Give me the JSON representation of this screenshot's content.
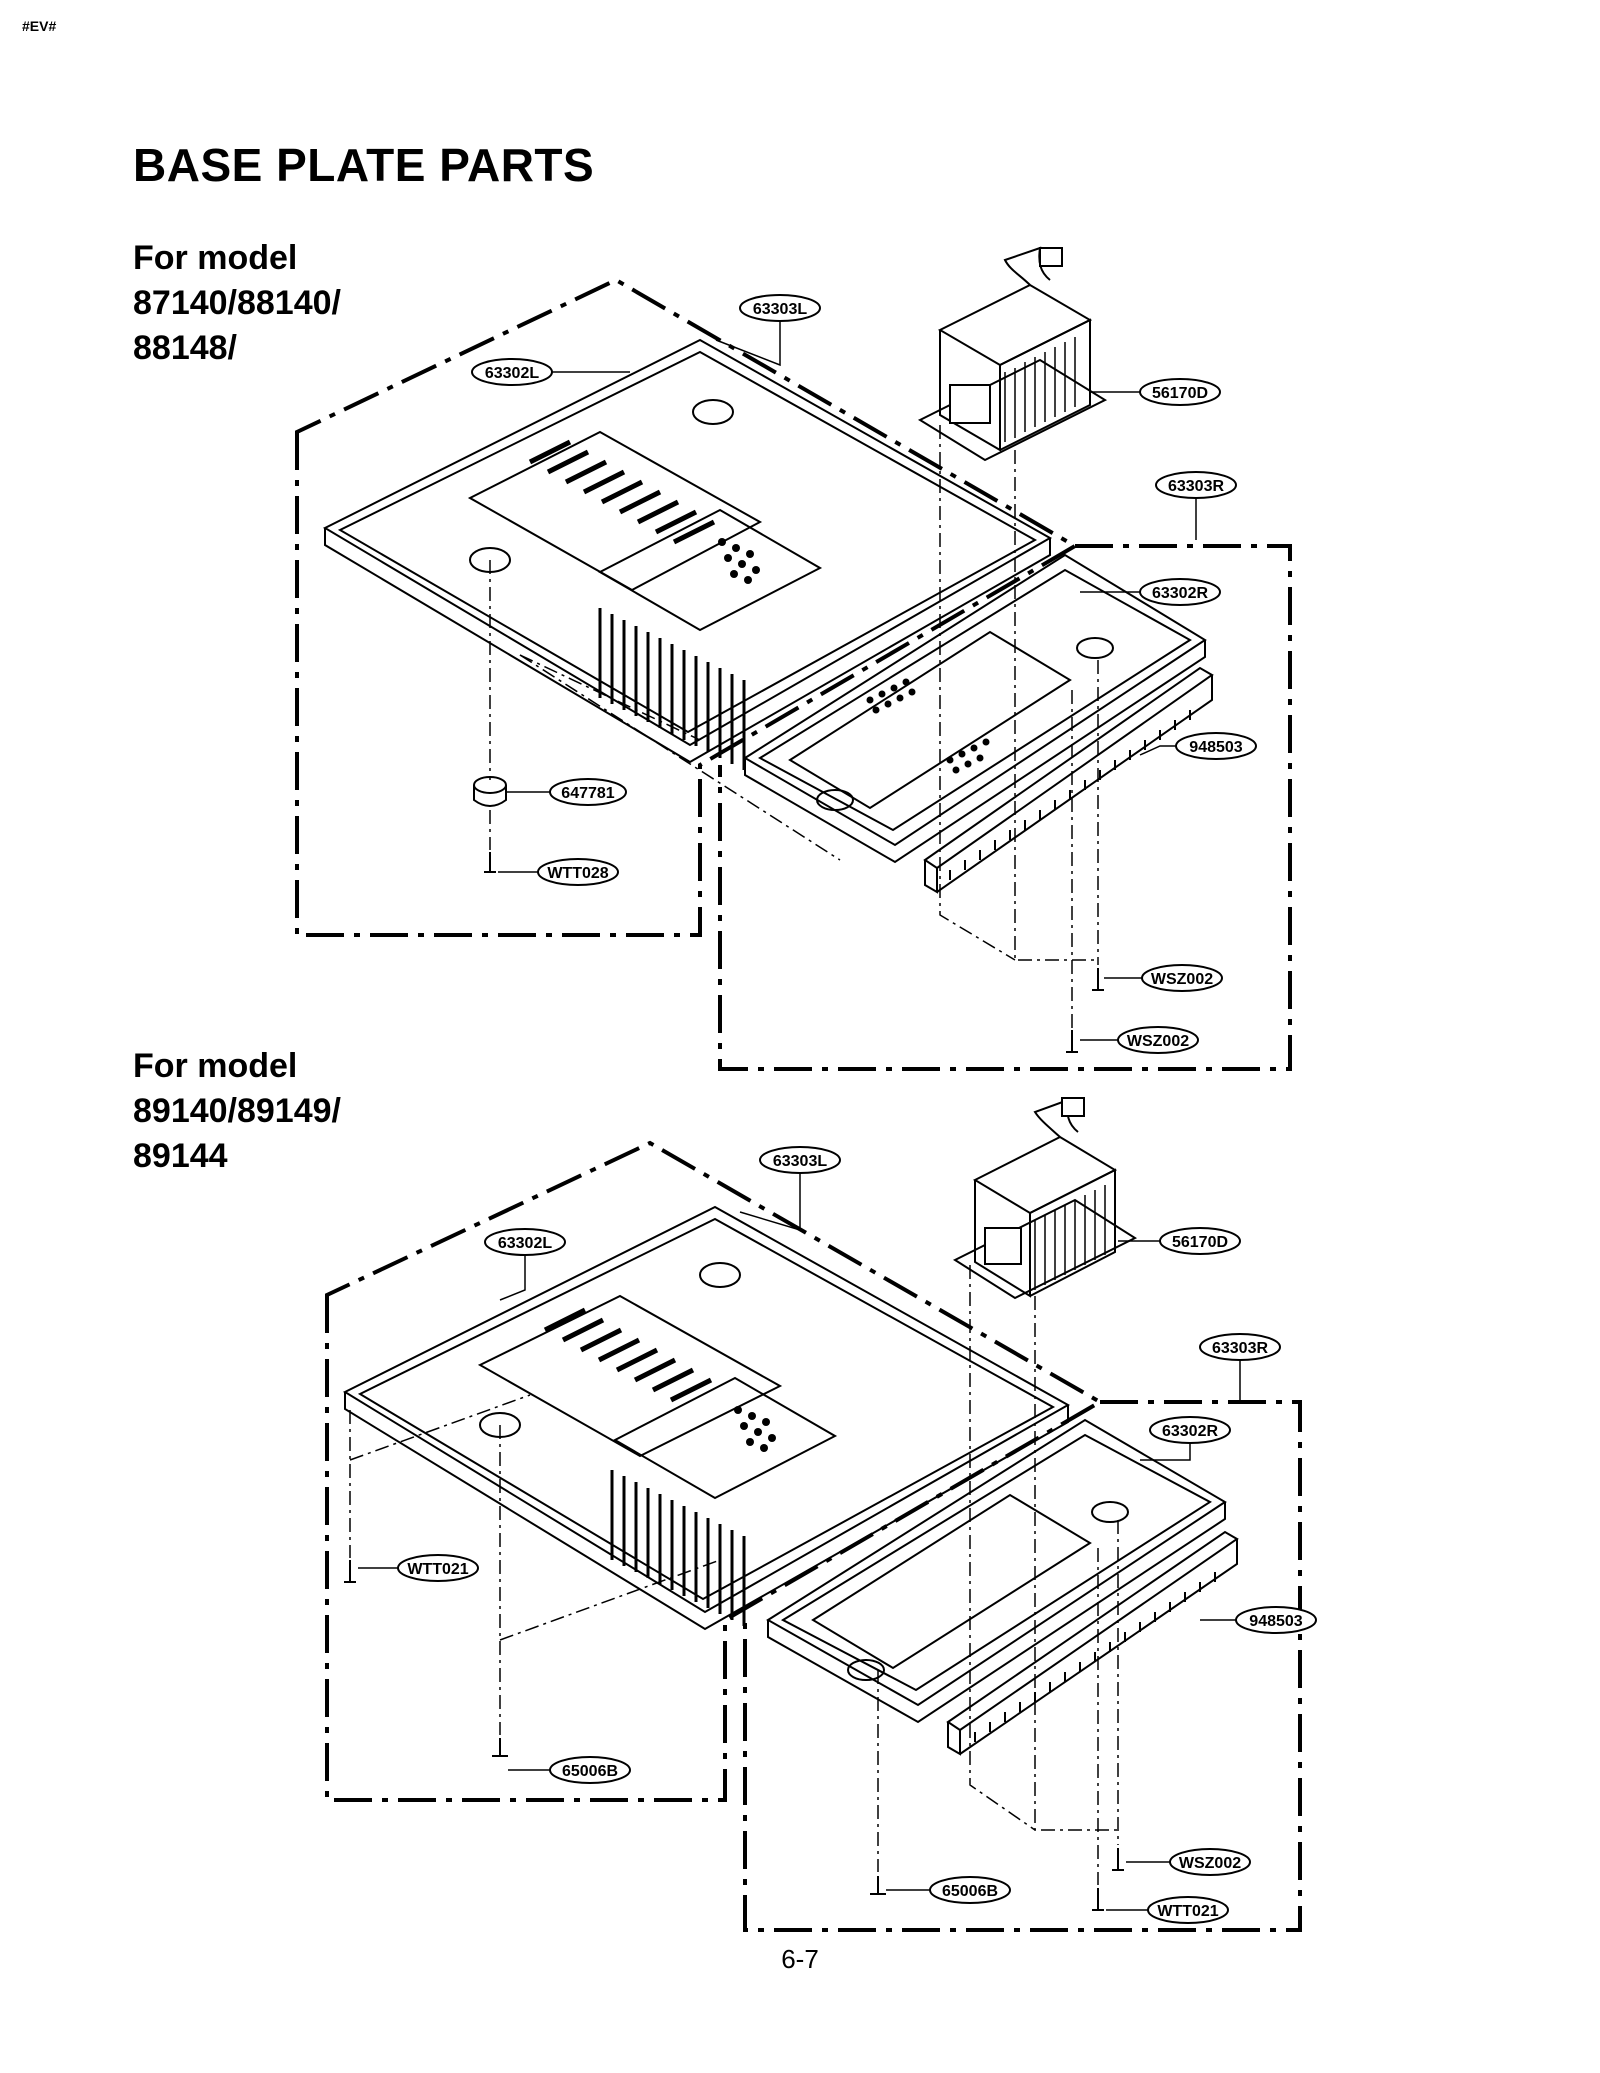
{
  "page": {
    "header_code": "#EV#",
    "title": "BASE PLATE PARTS",
    "page_number": "6-7"
  },
  "diagram1": {
    "model_lines": [
      "For model",
      "87140/88140/",
      "88148/"
    ],
    "labels": {
      "left_cover": "63303L",
      "left_plate": "63302L",
      "transformer": "56170D",
      "right_cover": "63303R",
      "right_plate": "63302R",
      "strip": "948503",
      "foot": "647781",
      "screw_left": "WTT028",
      "screw_r1": "WSZ002",
      "screw_r2": "WSZ002"
    }
  },
  "diagram2": {
    "model_lines": [
      "For model",
      "89140/89149/",
      "89144"
    ],
    "labels": {
      "left_cover": "63303L",
      "left_plate": "63302L",
      "transformer": "56170D",
      "right_cover": "63303R",
      "right_plate": "63302R",
      "strip": "948503",
      "screw_left": "WTT021",
      "foot_left": "65006B",
      "foot_right": "65006B",
      "screw_r1": "WSZ002",
      "screw_r2": "WTT021"
    }
  }
}
